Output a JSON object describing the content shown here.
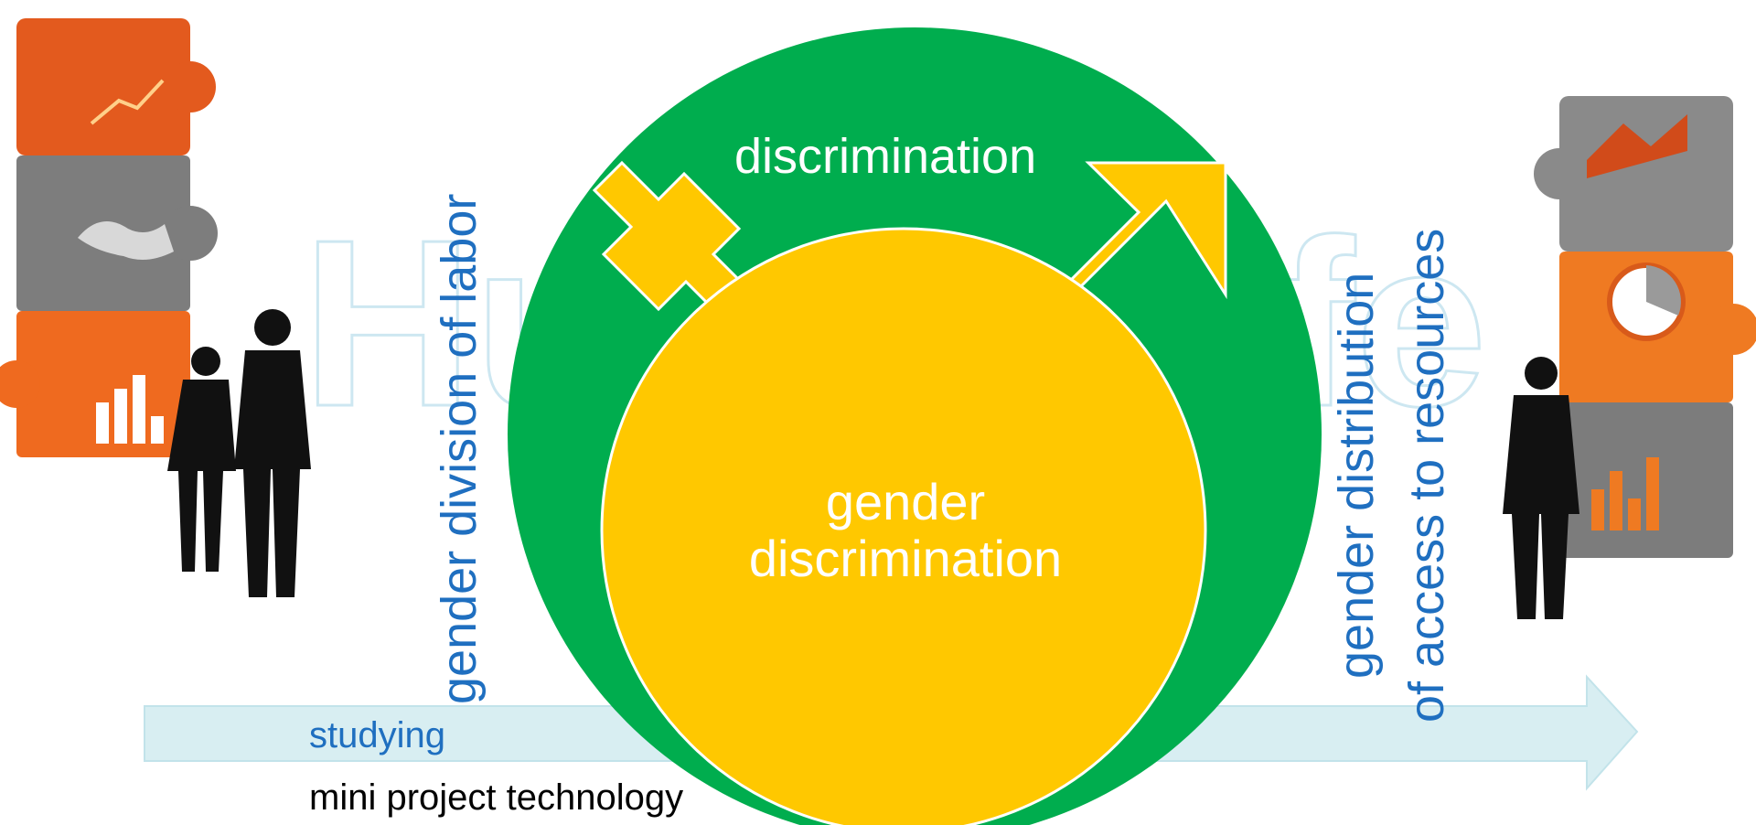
{
  "background_word_left": "Hu",
  "background_word_right": "fe",
  "circle": {
    "outer_label": "discrimination",
    "inner_label_line1": "gender",
    "inner_label_line2": "discrimination",
    "outer_color": "#00ad4e",
    "inner_color": "#ffc800"
  },
  "left_vertical_text": "gender division of labor",
  "right_vertical_text_line1": "gender distribution",
  "right_vertical_text_line2": "of access to resources",
  "arrow_label": "studying",
  "footer_text": "mini project technology",
  "colors": {
    "text_blue": "#1f6fc0",
    "arrow_fill": "#d8eef2",
    "symbol": "#ffc800"
  }
}
